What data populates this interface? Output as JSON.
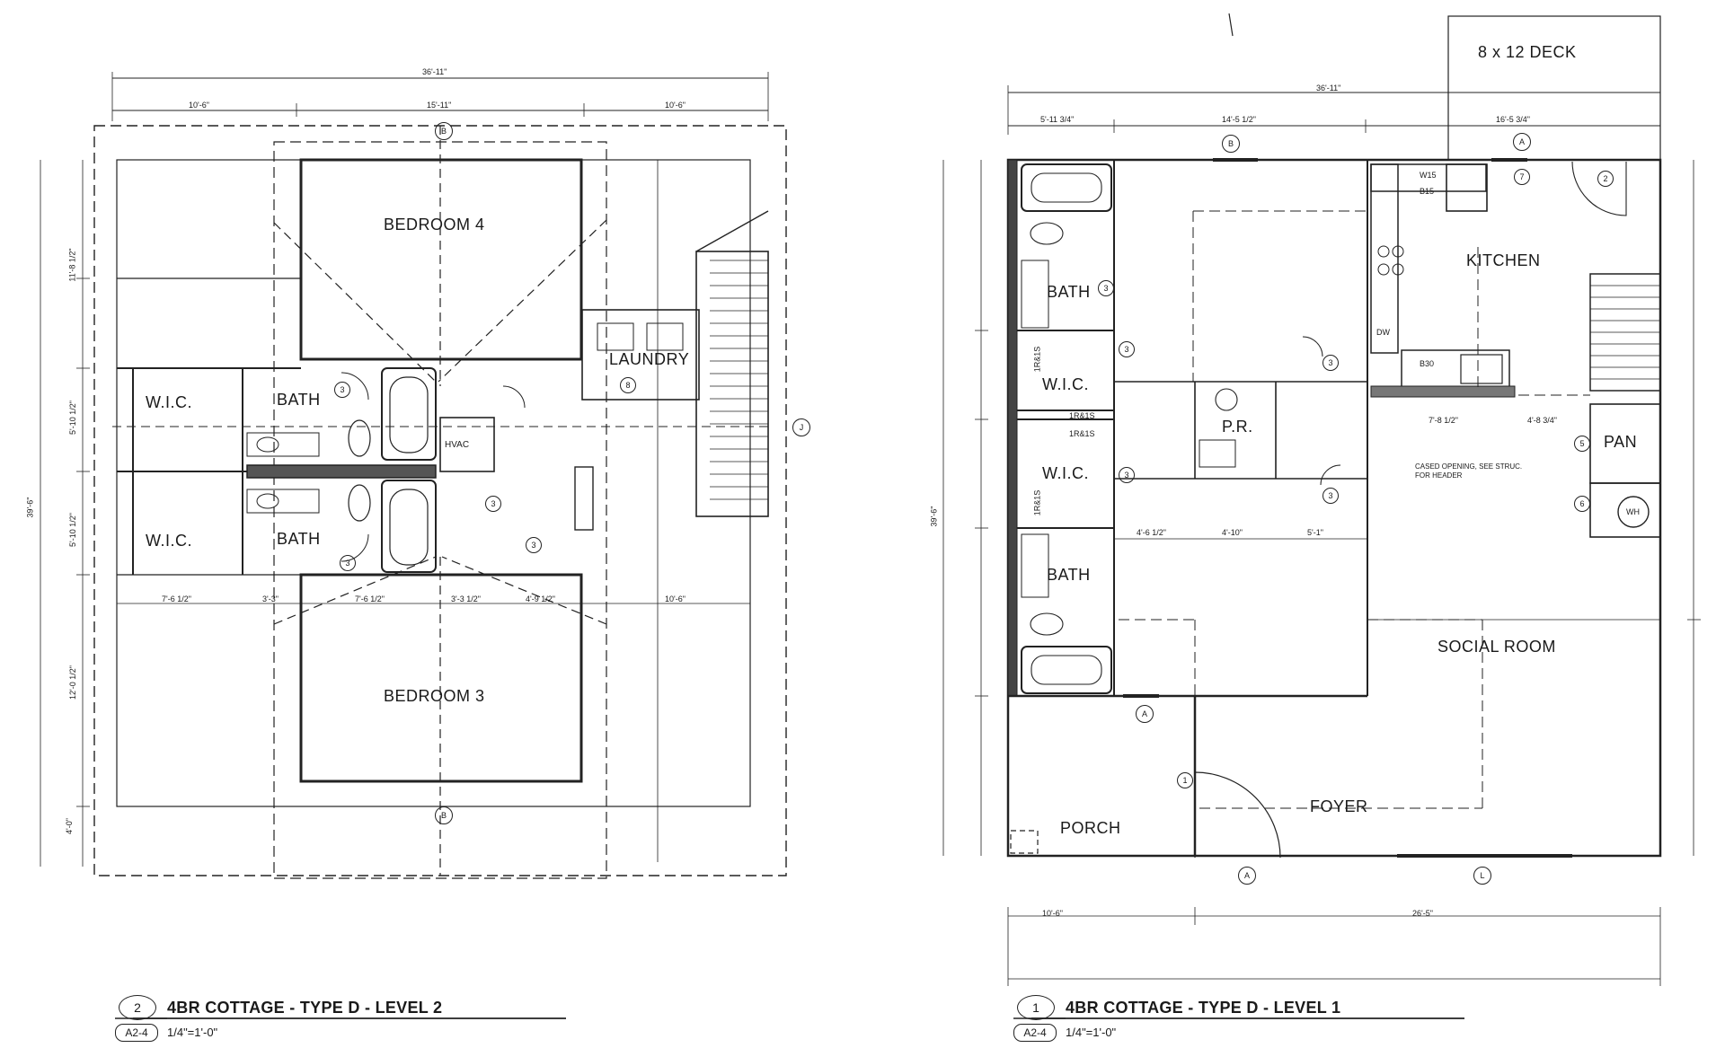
{
  "level2": {
    "title": "4BR COTTAGE - TYPE D - LEVEL 2",
    "drawing_number": "2",
    "sheet_ref": "A2-4",
    "scale": "1/4\"=1'-0\"",
    "rooms": {
      "bedroom4": "BEDROOM 4",
      "bedroom3": "BEDROOM 3",
      "wic_top": "W.I.C.",
      "wic_bottom": "W.I.C.",
      "bath_top": "BATH",
      "bath_bottom": "BATH",
      "laundry": "LAUNDRY",
      "hvac": "HVAC"
    },
    "dims": {
      "overall_width": "36'-11\"",
      "seg_left": "10'-6\"",
      "seg_mid": "15'-11\"",
      "seg_right": "10'-6\"",
      "overall_depth": "39'-6\"",
      "left_1": "11'-8 1/2\"",
      "left_2": "5'-10 1/2\"",
      "left_3": "5'-10 1/2\"",
      "left_4": "12'-0 1/2\"",
      "left_5": "4'-0\"",
      "row_1": "7'-6 1/2\"",
      "row_2": "3'-3\"",
      "row_3": "7'-6 1/2\"",
      "row_4": "3'-3 1/2\"",
      "row_5": "4'-9 1/2\"",
      "row_6": "10'-6\""
    },
    "grid_top": "B",
    "grid_bottom": "B",
    "grid_right": "J",
    "tags": [
      "3",
      "3",
      "3",
      "3",
      "8"
    ]
  },
  "level1": {
    "title": "4BR COTTAGE - TYPE D - LEVEL 1",
    "drawing_number": "1",
    "sheet_ref": "A2-4",
    "scale": "1/4\"=1'-0\"",
    "deck": "8 x 12 DECK",
    "rooms": {
      "kitchen": "KITCHEN",
      "bath_top": "BATH",
      "bath_bottom": "BATH",
      "wic_top": "W.I.C.",
      "wic_bottom": "W.I.C.",
      "pr": "P.R.",
      "pan": "PAN",
      "social": "SOCIAL ROOM",
      "foyer": "FOYER",
      "porch": "PORCH"
    },
    "dims": {
      "overall_width": "36'-11\"",
      "seg_left": "5'-11 3/4\"",
      "seg_mid": "14'-5 1/2\"",
      "seg_right": "16'-5 3/4\"",
      "overall_depth": "39'-6\"",
      "bottom_left": "10'-6\"",
      "bottom_right": "26'-5\"",
      "row_1": "4'-6 1/2\"",
      "row_2": "4'-10\"",
      "row_3": "5'-1\"",
      "row_4": "7'-8 1/2\"",
      "row_5": "4'-8 3/4\""
    },
    "note": "CASED OPENING, SEE STRUC. FOR HEADER",
    "shelves": [
      "1R&1S",
      "1R&1S",
      "1R&1S",
      "1R&1S"
    ],
    "fixtures": [
      "W15",
      "B15",
      "B30",
      "DW",
      "WH"
    ],
    "grid_top": "B",
    "grid_top_right": "A",
    "grid_left": "A",
    "grid_bottom_left": "A",
    "grid_bottom_right": "L",
    "tags": [
      "1",
      "2",
      "3",
      "3",
      "3",
      "3",
      "3",
      "5",
      "6",
      "7"
    ]
  }
}
